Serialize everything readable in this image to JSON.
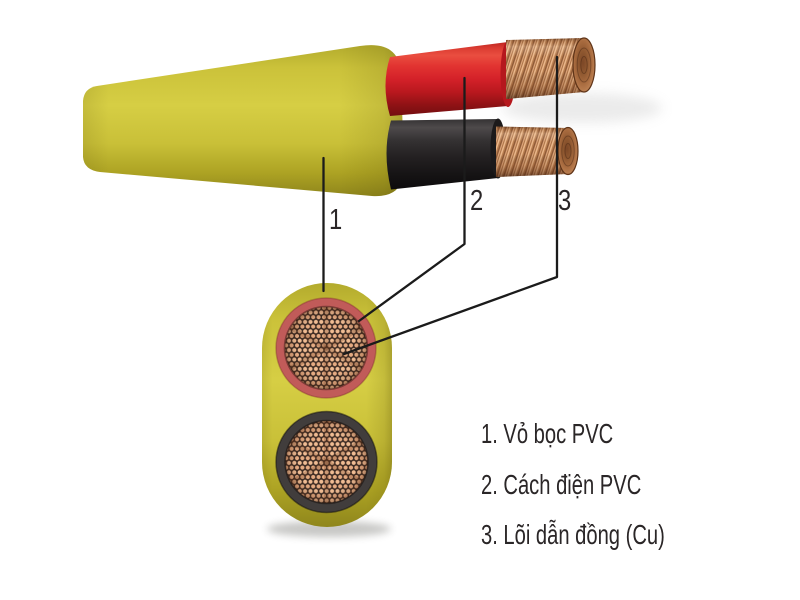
{
  "figure": {
    "callouts": [
      {
        "number": "1"
      },
      {
        "number": "2"
      },
      {
        "number": "3"
      }
    ],
    "legend": {
      "items": [
        {
          "text": "1. Vỏ bọc PVC"
        },
        {
          "text": "2. Cách điện PVC"
        },
        {
          "text": "3. Lõi dẫn đồng (Cu)"
        }
      ]
    },
    "colors": {
      "jacket_yellow": "#d3ca3e",
      "insulation_red": "#d2242a",
      "insulation_black": "#262324",
      "copper": "#c88c5e",
      "copper_strand": "#eeba92",
      "cross_section_red_ring": "#c15b59",
      "cross_section_black_ring": "#413d3c",
      "leader_line": "#1b1b1b",
      "text": "#2a2627",
      "background": "#ffffff"
    }
  }
}
